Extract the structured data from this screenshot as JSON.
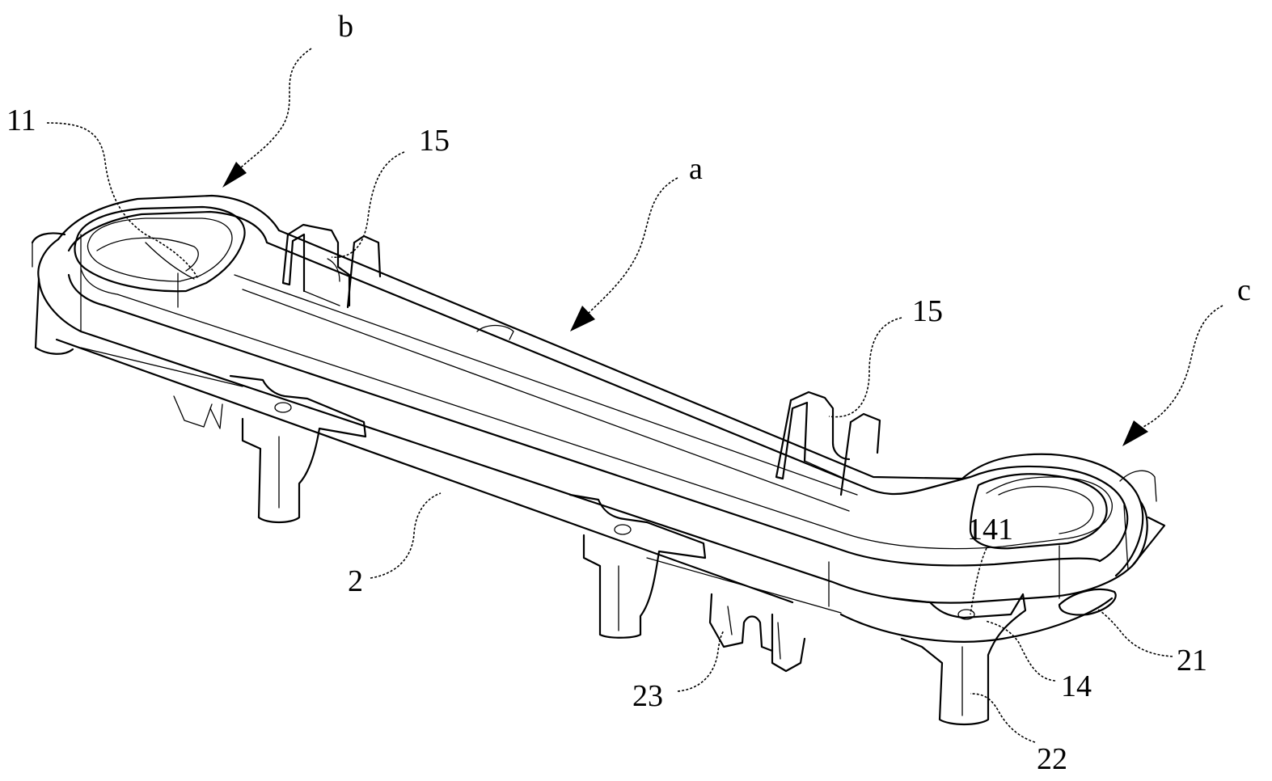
{
  "labels": {
    "b": "b",
    "n11": "11",
    "n15_left": "15",
    "a": "a",
    "n15_right": "15",
    "c": "c",
    "n141": "141",
    "n2": "2",
    "n21": "21",
    "n14": "14",
    "n23": "23",
    "n22": "22"
  },
  "colors": {
    "ink": "#000000",
    "paper": "#ffffff"
  }
}
